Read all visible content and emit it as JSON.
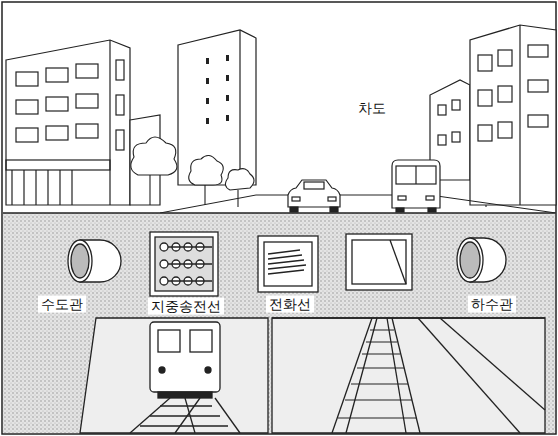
{
  "diagram": {
    "labels": [
      "차도",
      "수도관",
      "지중송전선",
      "전화선",
      "하수관"
    ]
  }
}
